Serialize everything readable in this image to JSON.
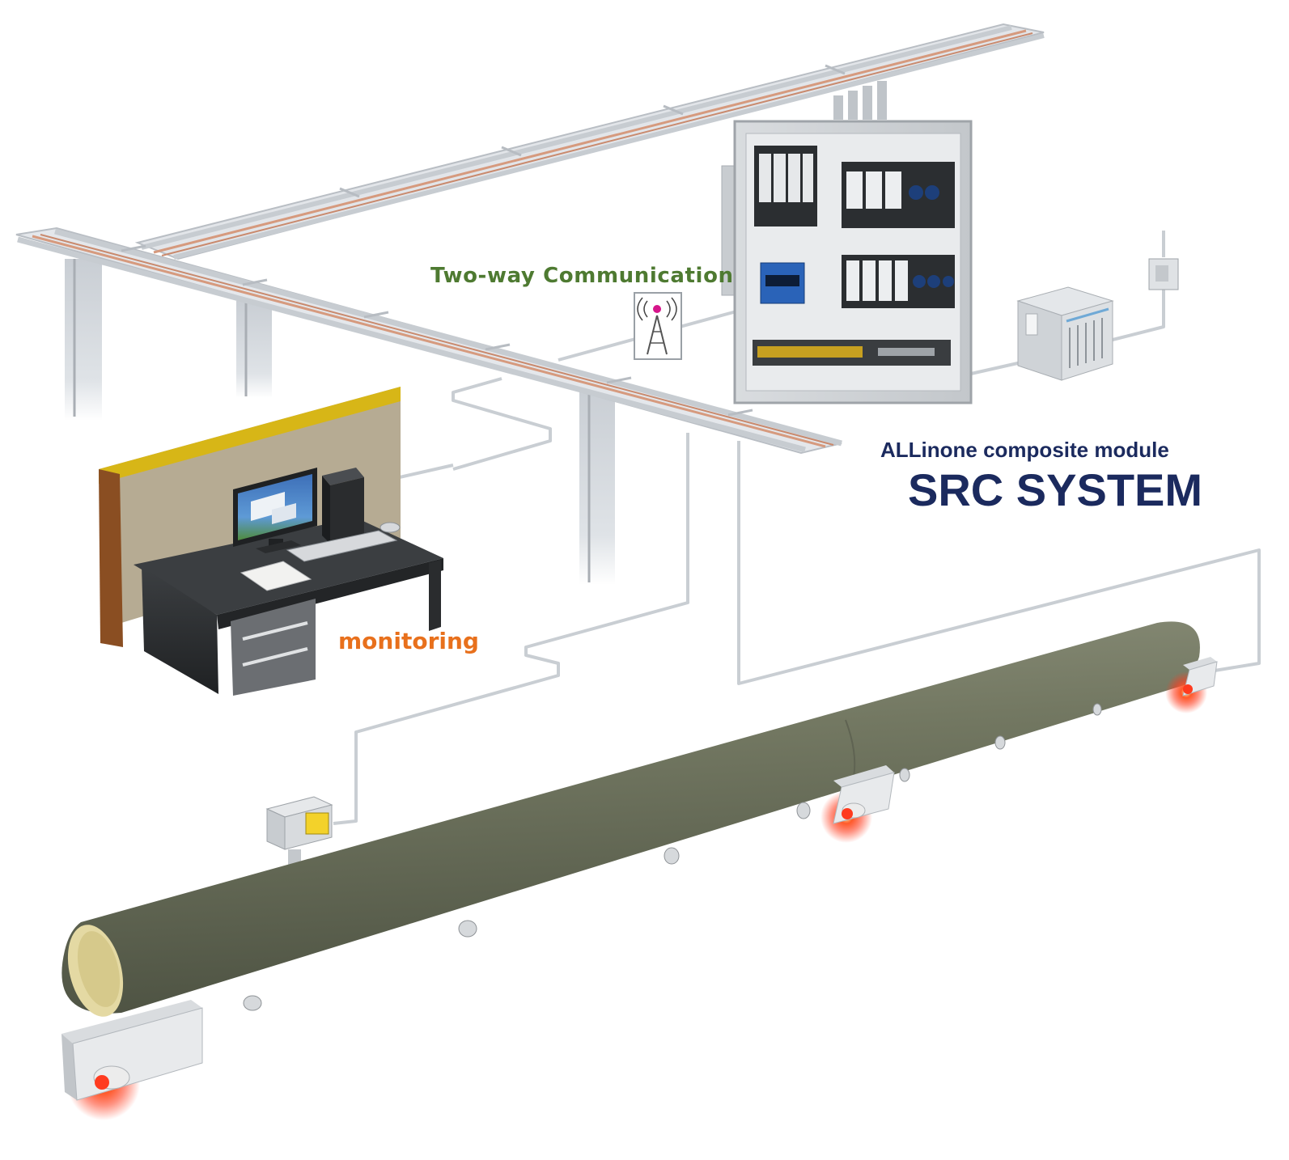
{
  "labels": {
    "communication": "Two-way Communication",
    "monitoring": "monitoring",
    "module_subtitle": "ALLinone composite module",
    "system_title": "SRC SYSTEM"
  },
  "colors": {
    "communication": "#4e7a31",
    "monitoring": "#e8701c",
    "system_text": "#1b2a5e",
    "pipe": "#6f7360",
    "led": "#ff3b1f",
    "wall_trim": "#d7b617",
    "cable_tray": "#cfd3d8",
    "heating_cable": "#d69a7e"
  },
  "icons": [
    "antenna-tower-icon",
    "control-panel-icon",
    "workstation-desk-icon",
    "transformer-icon",
    "junction-box-icon",
    "sensor-module-icon"
  ]
}
